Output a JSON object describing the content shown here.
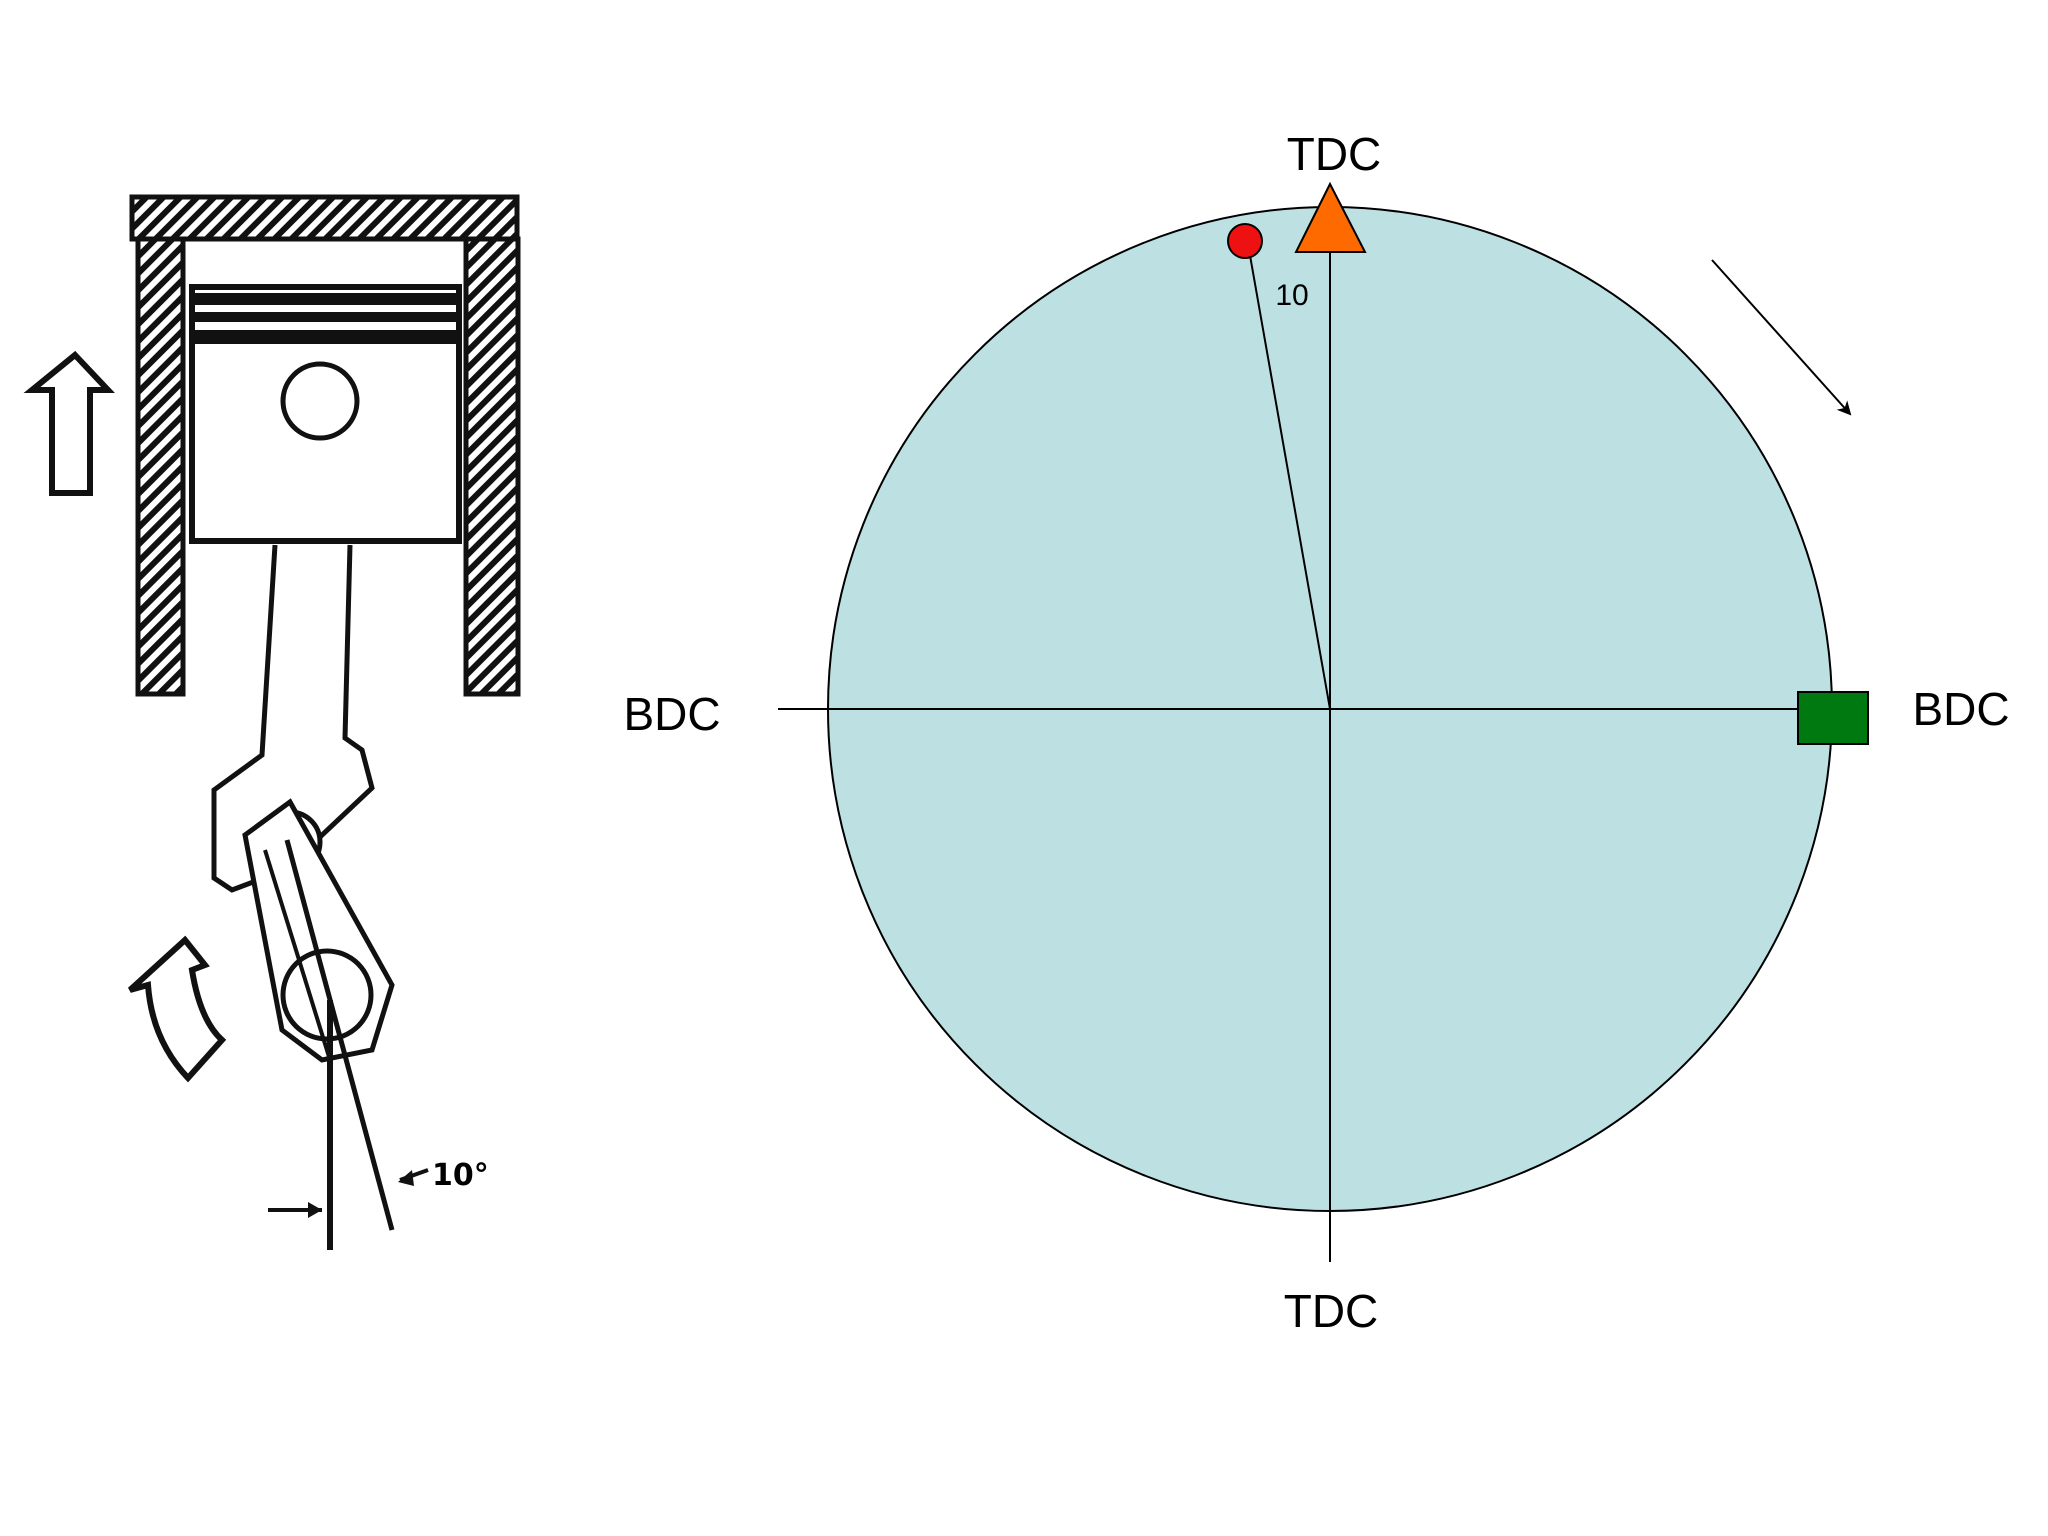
{
  "left_figure": {
    "angle_label": "10°"
  },
  "timing_diagram": {
    "top_label": "TDC",
    "bottom_label": "TDC",
    "left_label": "BDC",
    "right_label": "BDC",
    "angle_label": "10",
    "angle_degrees": 10,
    "colors": {
      "disk": "#bde0e3",
      "outline": "#000000",
      "triangle_marker": "#ff6a00",
      "circle_marker": "#ee1111",
      "square_marker": "#007a10"
    }
  }
}
